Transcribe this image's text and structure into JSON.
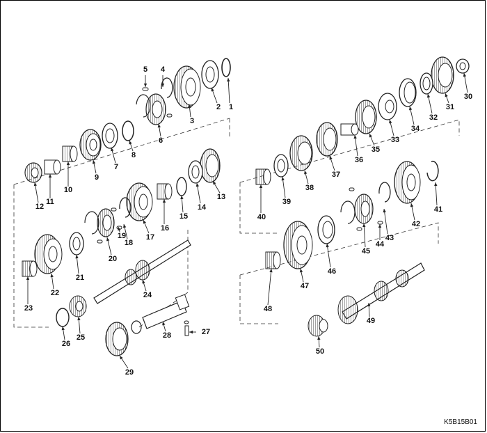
{
  "reference_code": "K5B15B01",
  "parts": [
    {
      "no": "1"
    },
    {
      "no": "2"
    },
    {
      "no": "3"
    },
    {
      "no": "4"
    },
    {
      "no": "5"
    },
    {
      "no": "6"
    },
    {
      "no": "7"
    },
    {
      "no": "8"
    },
    {
      "no": "9"
    },
    {
      "no": "10"
    },
    {
      "no": "11"
    },
    {
      "no": "12"
    },
    {
      "no": "13"
    },
    {
      "no": "14"
    },
    {
      "no": "15"
    },
    {
      "no": "16"
    },
    {
      "no": "17"
    },
    {
      "no": "18"
    },
    {
      "no": "19"
    },
    {
      "no": "20"
    },
    {
      "no": "21"
    },
    {
      "no": "22"
    },
    {
      "no": "23"
    },
    {
      "no": "24"
    },
    {
      "no": "25"
    },
    {
      "no": "26"
    },
    {
      "no": "27"
    },
    {
      "no": "28"
    },
    {
      "no": "29"
    },
    {
      "no": "30"
    },
    {
      "no": "31"
    },
    {
      "no": "32"
    },
    {
      "no": "33"
    },
    {
      "no": "34"
    },
    {
      "no": "35"
    },
    {
      "no": "36"
    },
    {
      "no": "37"
    },
    {
      "no": "38"
    },
    {
      "no": "39"
    },
    {
      "no": "40"
    },
    {
      "no": "41"
    },
    {
      "no": "42"
    },
    {
      "no": "43"
    },
    {
      "no": "44"
    },
    {
      "no": "45"
    },
    {
      "no": "46"
    },
    {
      "no": "47"
    },
    {
      "no": "48"
    },
    {
      "no": "49"
    },
    {
      "no": "50"
    }
  ]
}
